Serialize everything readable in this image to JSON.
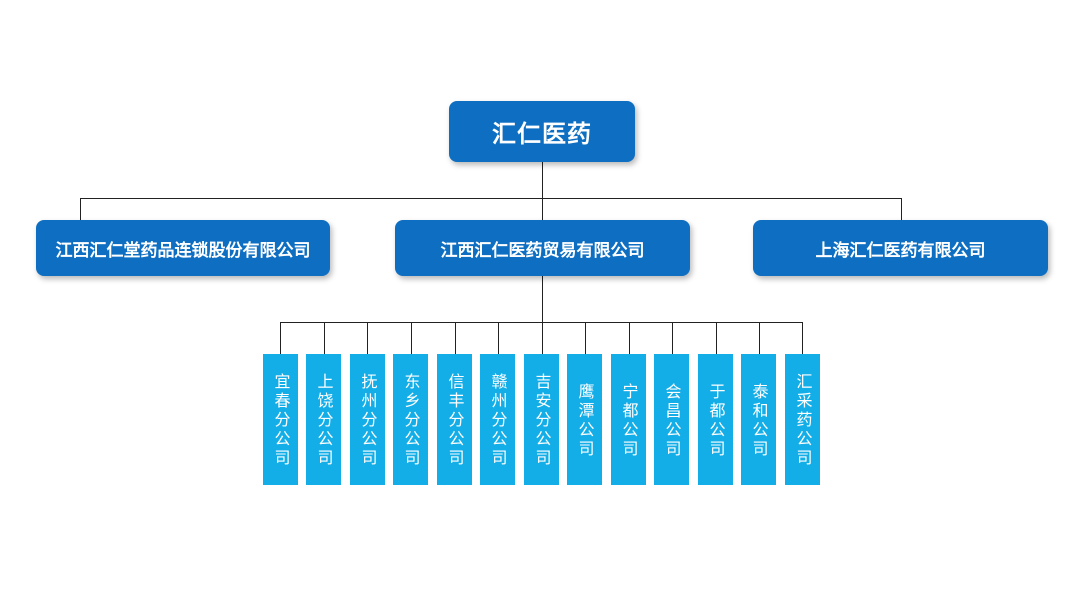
{
  "root": {
    "label": "汇仁医药"
  },
  "subsidiaries": [
    {
      "label": "江西汇仁堂药品连锁股份有限公司"
    },
    {
      "label": "江西汇仁医药贸易有限公司"
    },
    {
      "label": "上海汇仁医药有限公司"
    }
  ],
  "branches": [
    {
      "label": "宜春分公司"
    },
    {
      "label": "上饶分公司"
    },
    {
      "label": "抚州分公司"
    },
    {
      "label": "东乡分公司"
    },
    {
      "label": "信丰分公司"
    },
    {
      "label": "赣州分公司"
    },
    {
      "label": "吉安分公司"
    },
    {
      "label": "鹰潭公司"
    },
    {
      "label": "宁都公司"
    },
    {
      "label": "会昌公司"
    },
    {
      "label": "于都公司"
    },
    {
      "label": "泰和公司"
    },
    {
      "label": "汇采药公司"
    }
  ],
  "colors": {
    "box_primary": "#0e6fc2",
    "box_secondary": "#13aee8",
    "connector": "#222222",
    "text": "#ffffff"
  }
}
